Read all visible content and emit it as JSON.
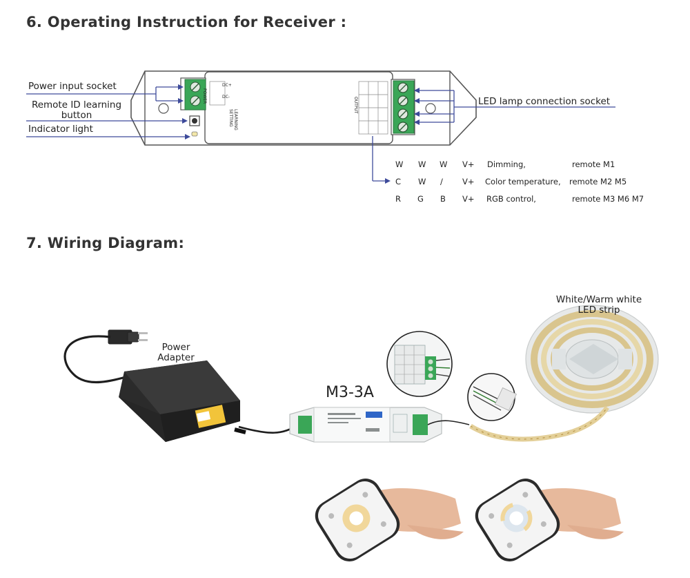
{
  "section6": {
    "heading": "6. Operating Instruction for Receiver :",
    "labels": {
      "power_socket": "Power input socket",
      "learn_button_1": "Remote ID learning",
      "learn_button_2": "button",
      "indicator": "Indicator light",
      "led_socket": "LED lamp connection socket"
    },
    "receiver_text": {
      "power": "POWER",
      "dc_plus": "DC+",
      "dc_minus": "DC-",
      "learning": "LEARNING",
      "setting": "SETTING",
      "output": "OUTPUT"
    },
    "terminal_rows": [
      {
        "c1": "W",
        "c2": "W",
        "c3": "W",
        "c4": "V+",
        "function": "Dimming,",
        "remote": "remote M1"
      },
      {
        "c1": "C",
        "c2": "W",
        "c3": "/",
        "c4": "V+",
        "function": "Color temperature,",
        "remote": "remote M2 M5"
      },
      {
        "c1": "R",
        "c2": "G",
        "c3": "B",
        "c4": "V+",
        "function": "RGB control,",
        "remote": "remote  M3 M6 M7"
      }
    ]
  },
  "section7": {
    "heading": "7. Wiring Diagram:",
    "power_adapter_1": "Power",
    "power_adapter_2": "Adapter",
    "model": "M3-3A",
    "led_strip_1": "White/Warm white",
    "led_strip_2": "LED strip"
  },
  "colors": {
    "line": "#3a3a3a",
    "arrow_blue": "#3d4a9a",
    "terminal_green": "#3aa657",
    "adapter_black": "#2a2a2a"
  }
}
